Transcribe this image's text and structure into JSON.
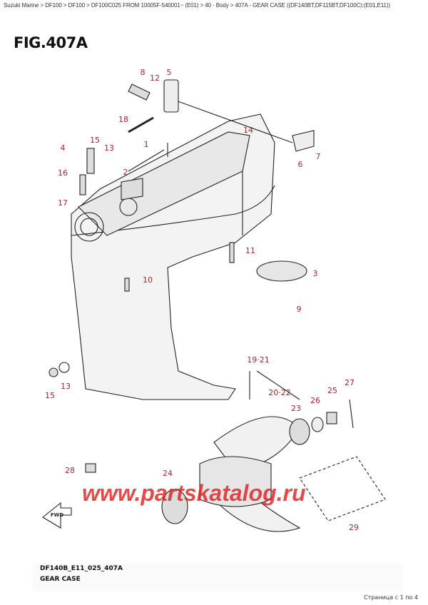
{
  "breadcrumb": "Suzuki Marine > DF100 > DF100 > DF100C025 FROM 10005F-540001~ (E01) > 40 - Body > 407A - GEAR CASE ((DF140BT,DF115BT,DF100C):(E01,E11))",
  "figure": "FIG.407A",
  "callouts": [
    "8",
    "12",
    "5",
    "18",
    "14",
    "15",
    "4",
    "13",
    "1",
    "16",
    "2",
    "7",
    "6",
    "17",
    "11",
    "3",
    "10",
    "9",
    "19·21",
    "15",
    "13",
    "20·22",
    "27",
    "26",
    "25",
    "23",
    "28",
    "24",
    "29"
  ],
  "watermark": "www.partskatalog.ru",
  "fwd": "FWD",
  "diagram_code": "DF140B_E11_025_407A",
  "diagram_title": "GEAR CASE",
  "page": "Страница с 1 по 4",
  "colors": {
    "callout": "#a0282c",
    "watermark": "#dc1e1e"
  }
}
